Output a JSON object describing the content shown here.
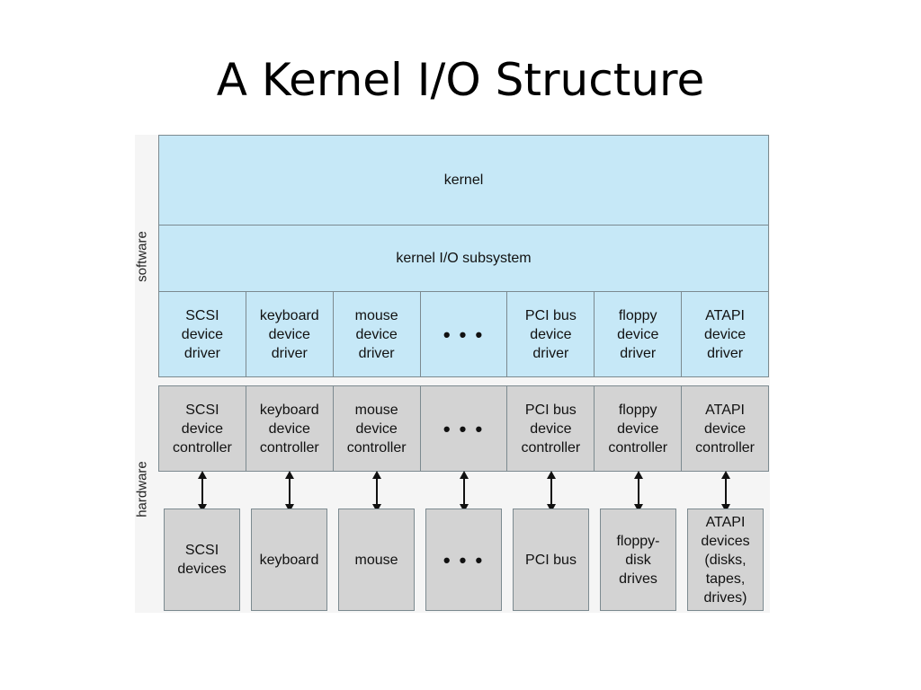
{
  "title": "A Kernel I/O Structure",
  "diagram": {
    "side_labels": {
      "software": "software",
      "hardware": "hardware"
    },
    "kernel": "kernel",
    "subsystem": "kernel I/O subsystem",
    "drivers": [
      "SCSI\ndevice\ndriver",
      "keyboard\ndevice\ndriver",
      "mouse\ndevice\ndriver",
      "• • •",
      "PCI bus\ndevice\ndriver",
      "floppy\ndevice\ndriver",
      "ATAPI\ndevice\ndriver"
    ],
    "controllers": [
      "SCSI\ndevice\ncontroller",
      "keyboard\ndevice\ncontroller",
      "mouse\ndevice\ncontroller",
      "• • •",
      "PCI bus\ndevice\ncontroller",
      "floppy\ndevice\ncontroller",
      "ATAPI\ndevice\ncontroller"
    ],
    "devices": [
      "SCSI\ndevices",
      "keyboard",
      "mouse",
      "• • •",
      "PCI bus",
      "floppy-\ndisk\ndrives",
      "ATAPI\ndevices\n(disks,\ntapes,\ndrives)"
    ],
    "colors": {
      "software": "#c6e8f7",
      "hardware": "#d3d3d3",
      "border": "#7c8a90"
    }
  }
}
